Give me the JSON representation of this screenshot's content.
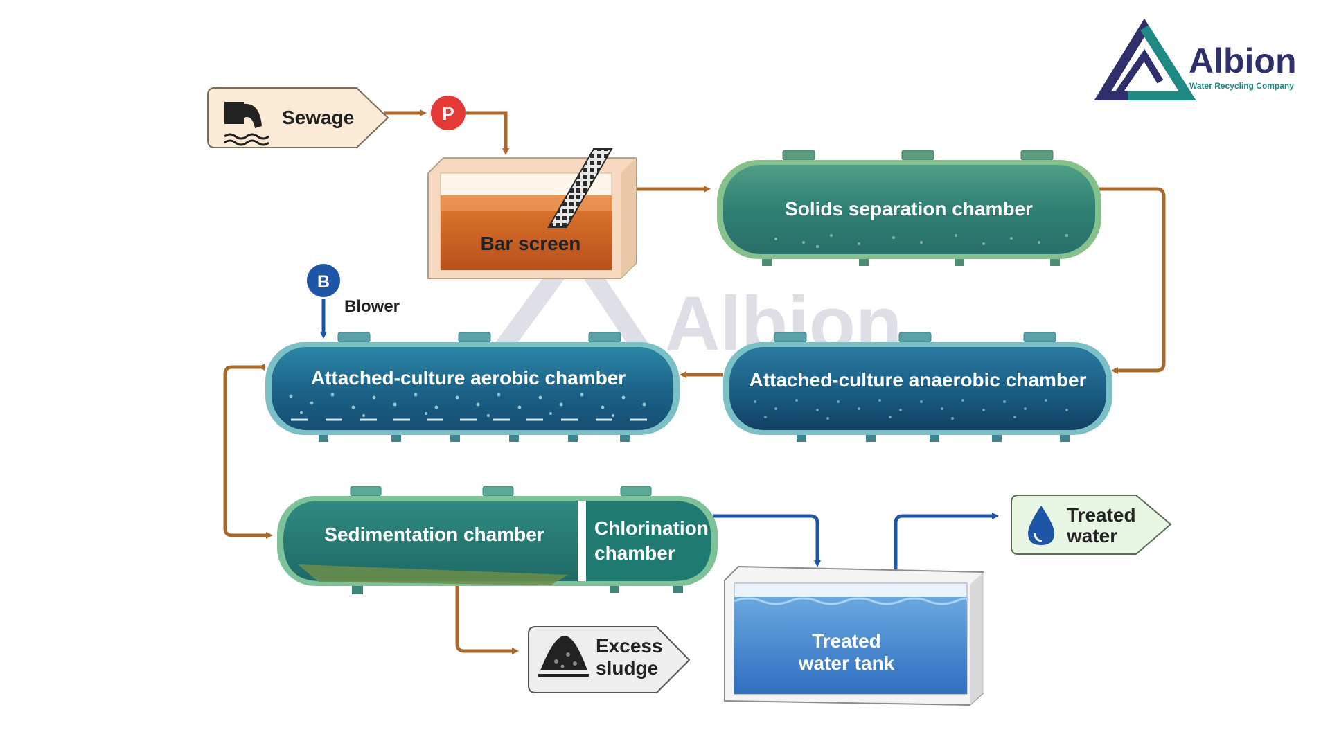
{
  "brand": {
    "name": "Albion",
    "tagline": "Water Recycling Company",
    "watermark": "Albion",
    "colors": {
      "navy": "#2e2f6b",
      "teal": "#1f8a84"
    }
  },
  "inputs": {
    "sewage": "Sewage",
    "pump_badge": "P",
    "blower_badge": "B",
    "blower_label": "Blower"
  },
  "units": {
    "bar_screen": "Bar screen",
    "solids_separation": "Solids separation chamber",
    "aerobic": "Attached-culture aerobic chamber",
    "anaerobic": "Attached-culture anaerobic chamber",
    "sedimentation": "Sedimentation chamber",
    "chlorination_line1": "Chlorination",
    "chlorination_line2": "chamber",
    "tank_line1": "Treated",
    "tank_line2": "water tank"
  },
  "outputs": {
    "sludge_line1": "Excess",
    "sludge_line2": "sludge",
    "treated_line1": "Treated",
    "treated_line2": "water"
  },
  "colors": {
    "sewage_flow": "#a8692a",
    "water_flow": "#1f55a6",
    "pump": "#e53935",
    "blower": "#1f55a6"
  },
  "icons": {
    "sewage": "sewage-pipe-icon",
    "sludge": "sludge-pile-icon",
    "treated": "water-drop-icon"
  }
}
